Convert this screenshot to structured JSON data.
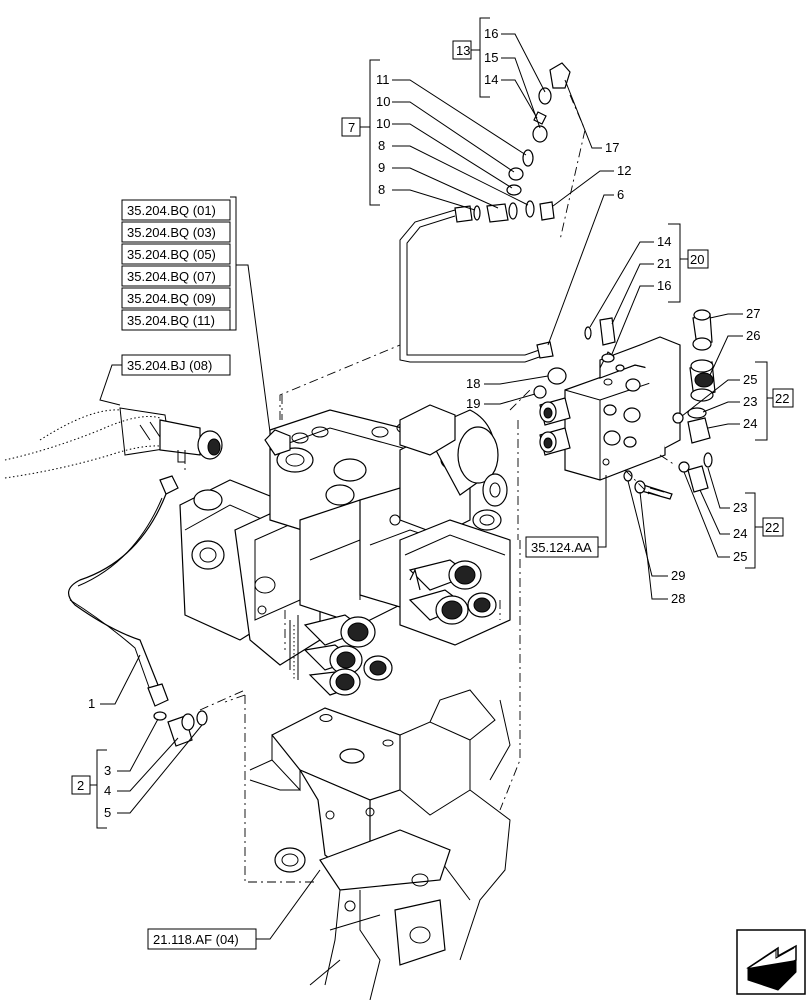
{
  "references": {
    "r01": "35.204.BQ (01)",
    "r03": "35.204.BQ (03)",
    "r05": "35.204.BQ (05)",
    "r07": "35.204.BQ (07)",
    "r09": "35.204.BQ (09)",
    "r11": "35.204.BQ (11)",
    "bj08": "35.204.BJ (08)",
    "aa": "35.124.AA",
    "af04": "21.118.AF (04)"
  },
  "groups": {
    "g13": "13",
    "g7": "7",
    "g20": "20",
    "g22a": "22",
    "g22b": "22",
    "g2": "2"
  },
  "callouts": {
    "c16a": "16",
    "c15": "15",
    "c14a": "14",
    "c17": "17",
    "c11": "11",
    "c10a": "10",
    "c10b": "10",
    "c8a": "8",
    "c9": "9",
    "c8b": "8",
    "c12": "12",
    "c6": "6",
    "c14b": "14",
    "c21": "21",
    "c16b": "16",
    "c27": "27",
    "c26": "26",
    "c25a": "25",
    "c23a": "23",
    "c24a": "24",
    "c18": "18",
    "c19": "19",
    "c23b": "23",
    "c24b": "24",
    "c25b": "25",
    "c29": "29",
    "c28": "28",
    "c1": "1",
    "c3": "3",
    "c4": "4",
    "c5": "5"
  },
  "icons": {
    "nav": "next-page-arrow-icon"
  }
}
